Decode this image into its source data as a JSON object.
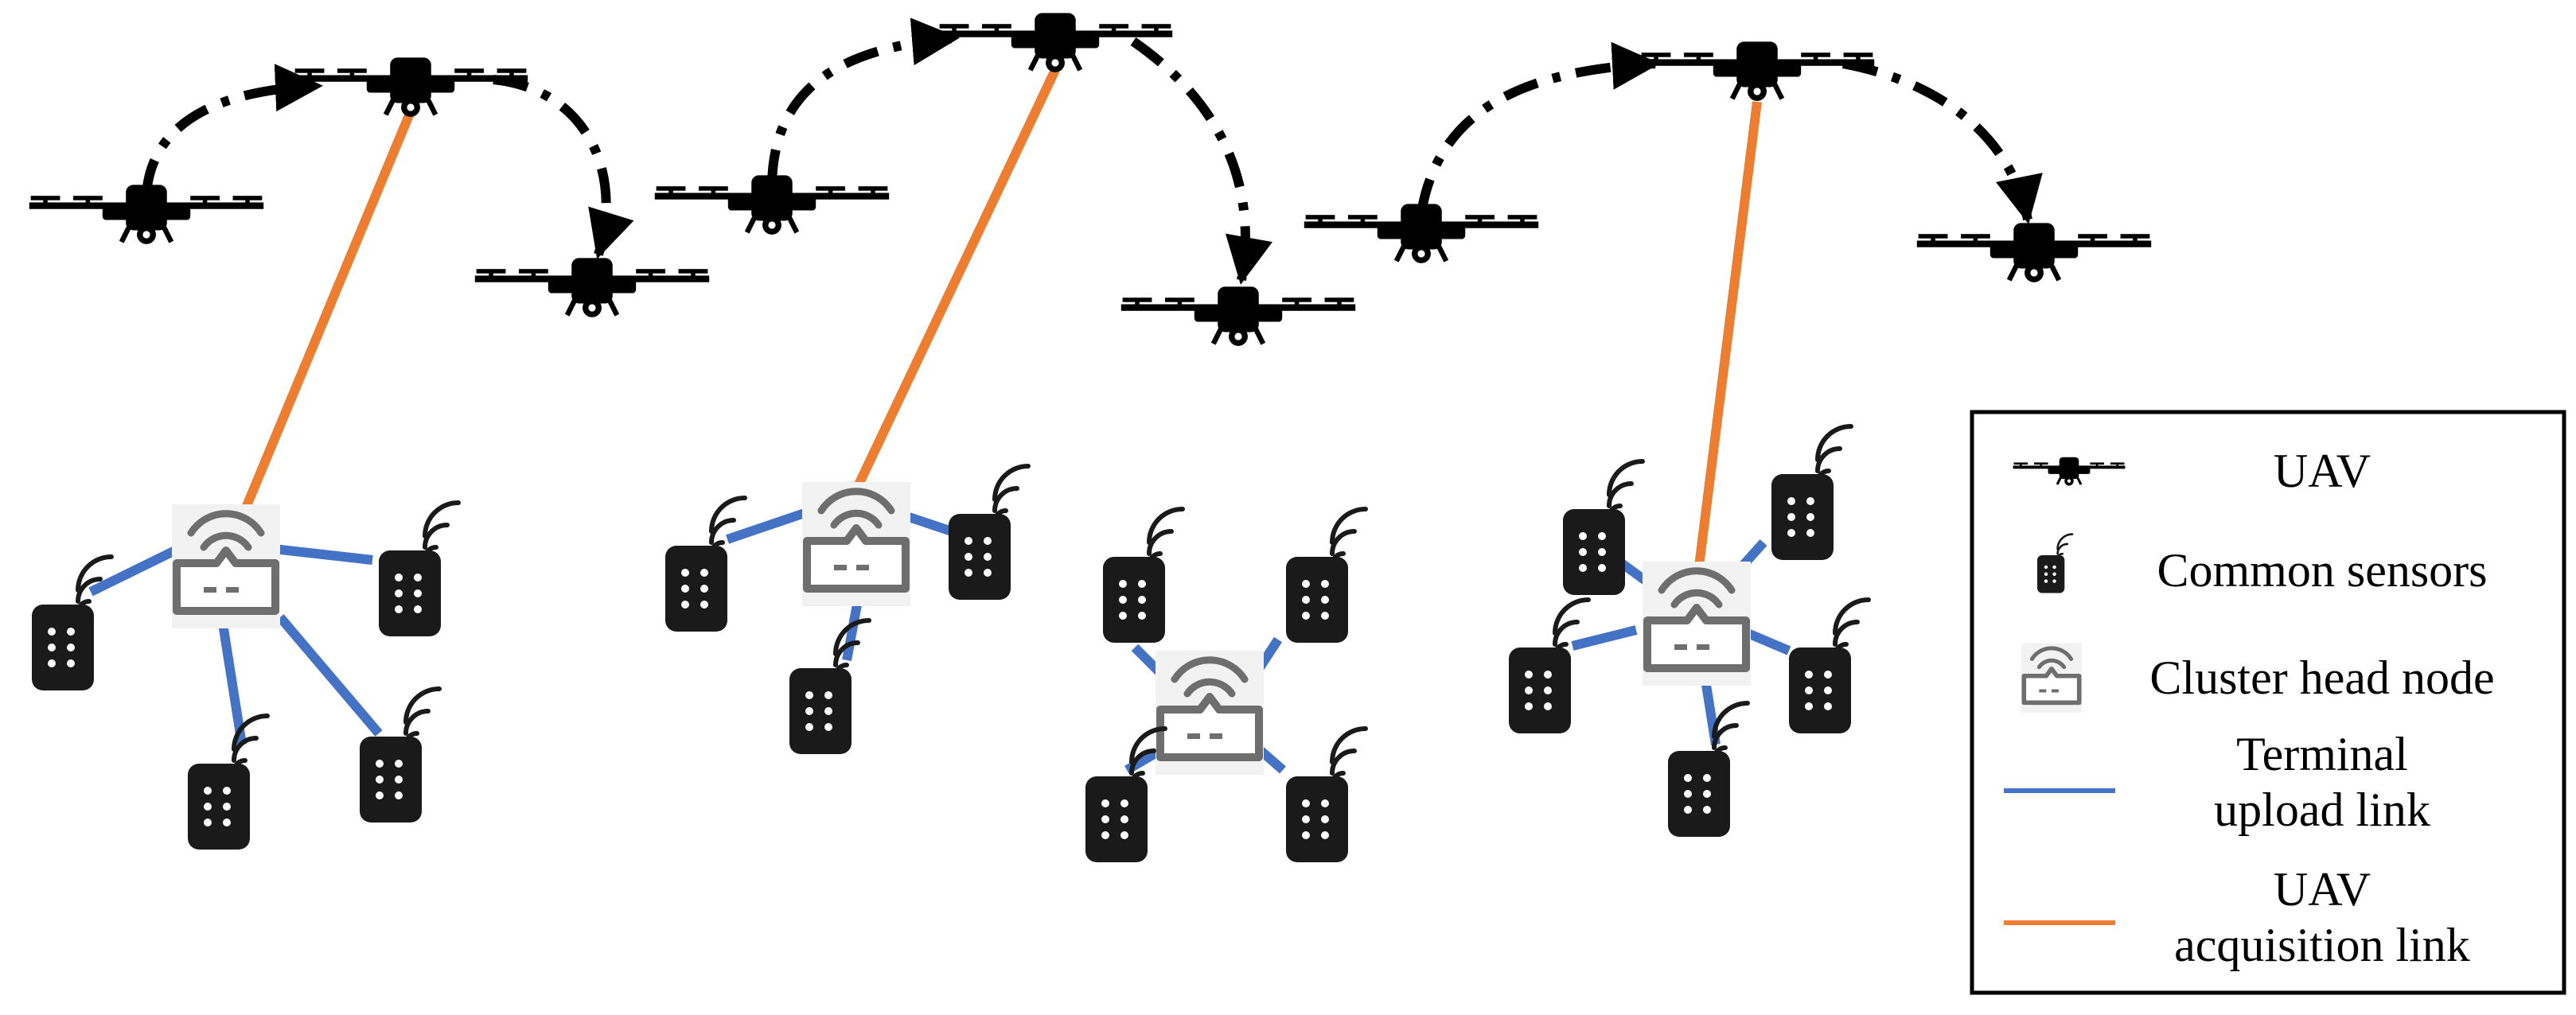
{
  "legend": {
    "uav": "UAV",
    "common_sensors": "Common sensors",
    "cluster_head": "Cluster head node",
    "terminal_line1": "Terminal",
    "terminal_line2": "upload link",
    "acq_line1": "UAV",
    "acq_line2": "acquisition link"
  },
  "colors": {
    "terminal_upload_link": "#4472C4",
    "uav_acquisition_link": "#ED7D31",
    "cluster_head": "#6e6e6e",
    "sensor": "#1a1a1a",
    "uav": "#000000"
  },
  "icons": [
    "uav-icon",
    "sensor-icon",
    "cluster-head-icon",
    "wifi-icon"
  ]
}
